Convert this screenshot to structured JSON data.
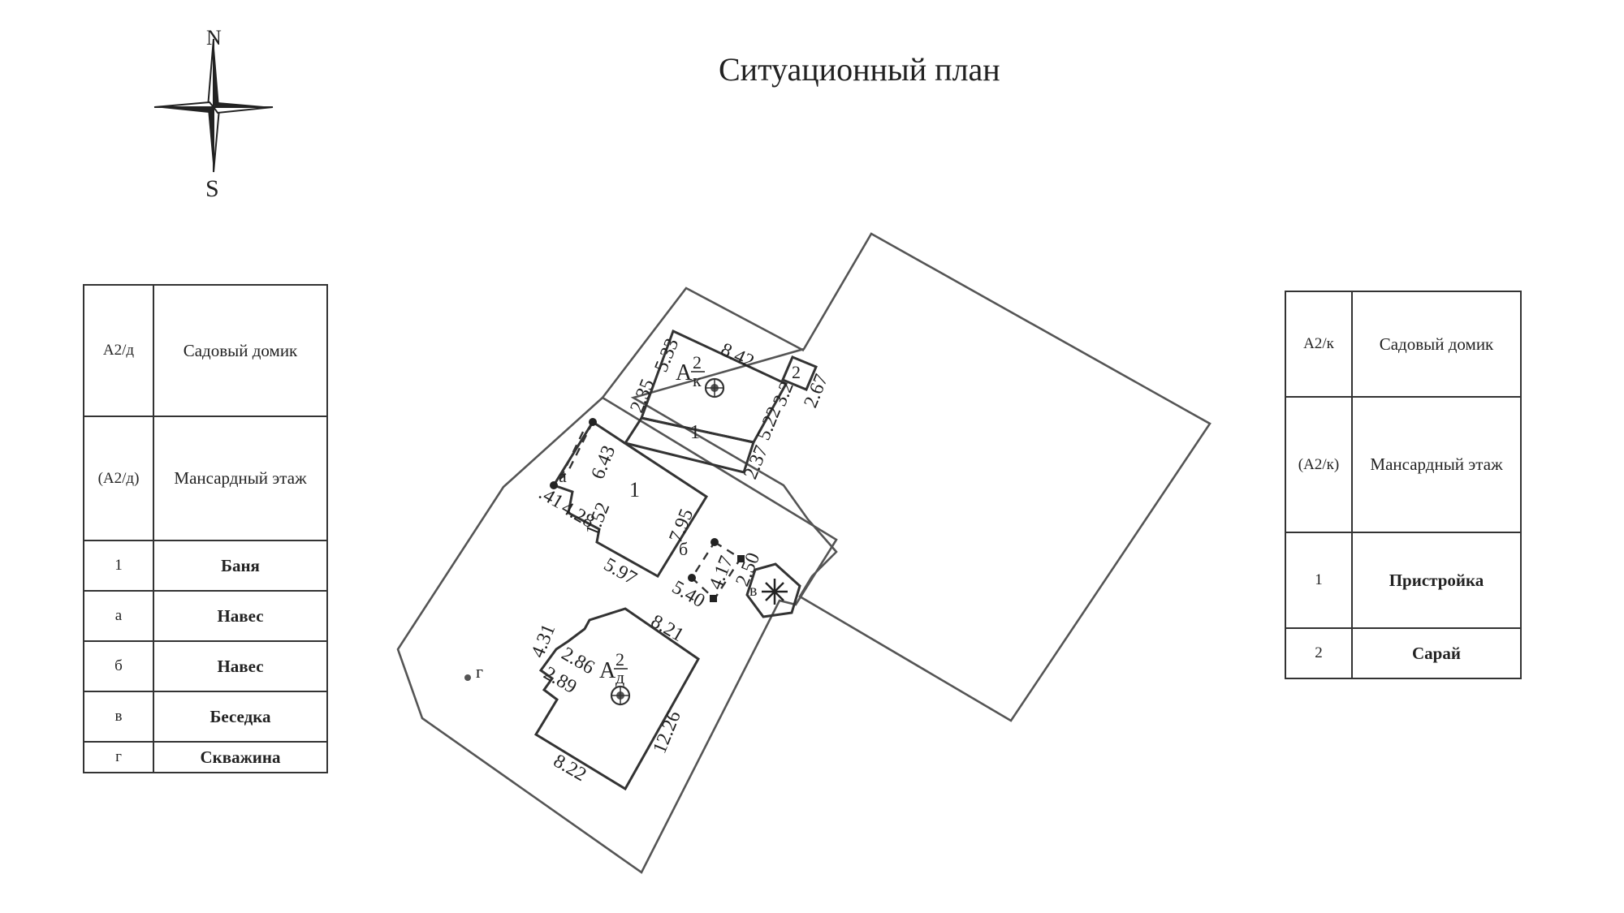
{
  "title": "Ситуационный план",
  "compass": {
    "north": "N",
    "south": "S"
  },
  "left_table": [
    {
      "code": "А2/д",
      "name": "Садовый домик"
    },
    {
      "code": "(А2/д)",
      "name": "Мансардный этаж"
    },
    {
      "code": "1",
      "name": "Баня"
    },
    {
      "code": "а",
      "name": "Навес"
    },
    {
      "code": "б",
      "name": "Навес"
    },
    {
      "code": "в",
      "name": "Беседка"
    },
    {
      "code": "г",
      "name": "Скважина"
    }
  ],
  "right_table": [
    {
      "code": "А2/к",
      "name": "Садовый домик"
    },
    {
      "code": "(А2/к)",
      "name": "Мансардный этаж"
    },
    {
      "code": "1",
      "name": "Пристройка"
    },
    {
      "code": "2",
      "name": "Сарай"
    }
  ],
  "building_labels": {
    "house_k": {
      "letter": "А",
      "num": "2",
      "sub": "к"
    },
    "house_d": {
      "letter": "А",
      "num": "2",
      "sub": "д"
    },
    "annex": "1",
    "shed": "2",
    "bath": "1",
    "canopy_a": "а",
    "canopy_b": "б",
    "gazebo": "в",
    "well": "г"
  },
  "dimensions": {
    "k_top": "8.42",
    "k_left_upper": "5.33",
    "k_left_lower": "2.35",
    "k_right": "5.22",
    "shed_side": "2.67",
    "shed_left": "3.2",
    "annex_end": "2.37",
    "bath_left": "6.43",
    "bath_right": "7.95",
    "bath_bottom": "5.97",
    "bath_step_a": ".41",
    "bath_step_b": "4.28",
    "bath_step_c": "1.52",
    "canopy_b_side": "4.17",
    "canopy_b_bottom": "5.40",
    "canopy_b_right": "2.50",
    "d_top": "8.21",
    "d_right": "12.26",
    "d_bottom": "8.22",
    "d_step_a": "4.31",
    "d_step_b": "2.86",
    "d_step_c": "2.89"
  }
}
